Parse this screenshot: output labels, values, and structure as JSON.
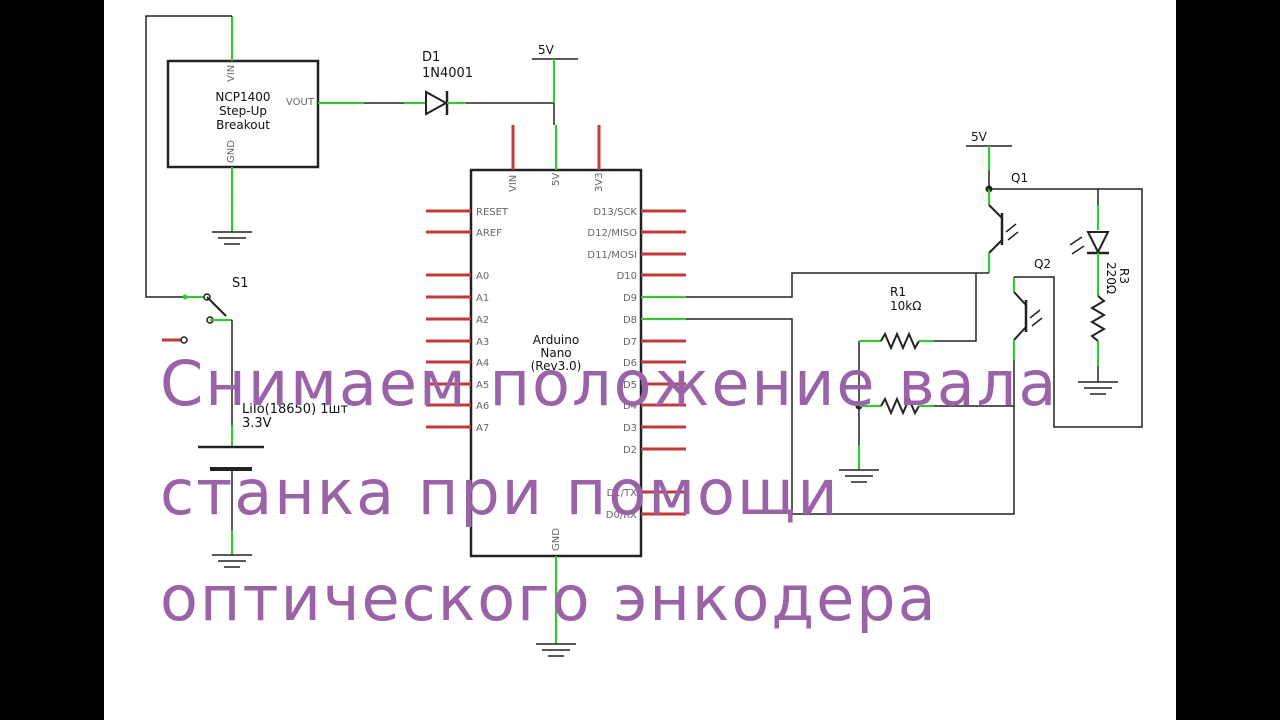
{
  "title_lines": [
    "Снимаем положение вала",
    "станка при помощи",
    "оптического энкодера"
  ],
  "colors": {
    "caption": "#9a63a8",
    "wire": "#222222",
    "connected_pin": "#38c538",
    "unconnected_pin": "#c23a3a",
    "background": "#ffffff",
    "letterbox": "#000000"
  },
  "components": {
    "stepup": {
      "lines": [
        "NCP1400",
        "Step-Up",
        "Breakout"
      ],
      "pins": {
        "vin": "VIN",
        "vout": "VOUT",
        "gnd": "GND"
      }
    },
    "diode": {
      "ref": "D1",
      "value": "1N4001"
    },
    "power_5v_top": "5V",
    "power_5v_right": "5V",
    "switch": {
      "ref": "S1"
    },
    "battery": {
      "label": "LiIo(18650) 1шт",
      "voltage": "3.3V"
    },
    "arduino": {
      "lines": [
        "Arduino",
        "Nano",
        "(Rev3.0)"
      ],
      "top_pins": [
        "VIN",
        "5V",
        "3V3"
      ],
      "bottom_pin": "GND",
      "left_pins": [
        "RESET",
        "AREF",
        "A0",
        "A1",
        "A2",
        "A3",
        "A4",
        "A5",
        "A6",
        "A7"
      ],
      "right_pins": [
        "D13/SCK",
        "D12/MISO",
        "D11/MOSI",
        "D10",
        "D9",
        "D8",
        "D7",
        "D6",
        "D5",
        "D4",
        "D3",
        "D2",
        "D1/TX",
        "D0/RX"
      ]
    },
    "q1": {
      "ref": "Q1"
    },
    "q2": {
      "ref": "Q2"
    },
    "r1": {
      "ref": "R1",
      "value": "10kΩ"
    },
    "r3": {
      "ref": "R3",
      "value": "220Ω"
    }
  }
}
